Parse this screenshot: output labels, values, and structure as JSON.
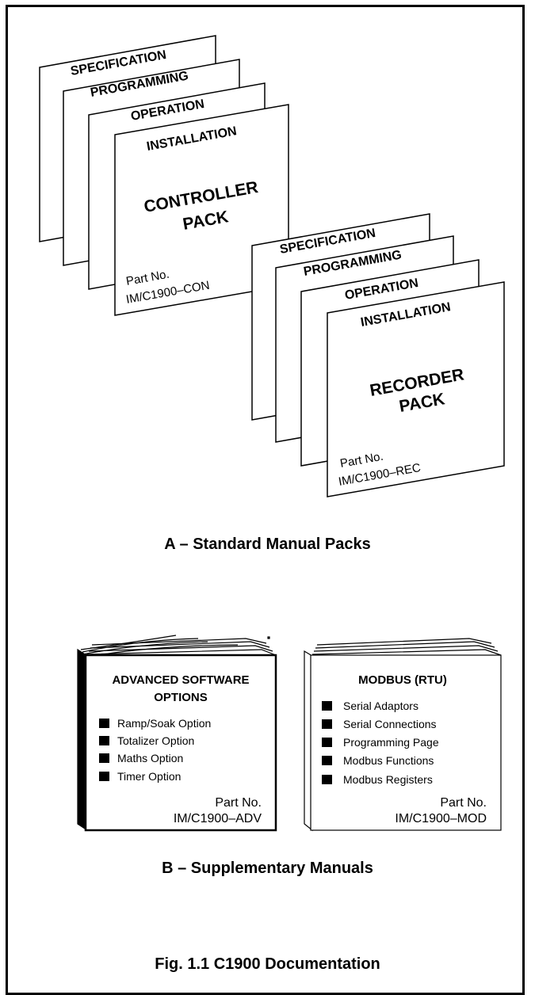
{
  "controller_pack": {
    "sheets": [
      "SPECIFICATION",
      "PROGRAMMING",
      "OPERATION",
      "INSTALLATION"
    ],
    "title_line1": "CONTROLLER",
    "title_line2": "PACK",
    "part_label": "Part No.",
    "part_number": "IM/C1900–CON"
  },
  "recorder_pack": {
    "sheets": [
      "SPECIFICATION",
      "PROGRAMMING",
      "OPERATION",
      "INSTALLATION"
    ],
    "title_line1": "RECORDER",
    "title_line2": "PACK",
    "part_label": "Part No.",
    "part_number": "IM/C1900–REC"
  },
  "caption_a": "A – Standard Manual Packs",
  "advanced_manual": {
    "title_line1": "ADVANCED SOFTWARE",
    "title_line2": "OPTIONS",
    "items": [
      "Ramp/Soak Option",
      "Totalizer Option",
      "Maths Option",
      "Timer Option"
    ],
    "part_label": "Part No.",
    "part_number": "IM/C1900–ADV"
  },
  "modbus_manual": {
    "title": "MODBUS (RTU)",
    "items": [
      "Serial Adaptors",
      "Serial Connections",
      "Programming Page",
      "Modbus Functions",
      "Modbus Registers"
    ],
    "part_label": "Part No.",
    "part_number": "IM/C1900–MOD"
  },
  "caption_b": "B – Supplementary Manuals",
  "figure_caption": "Fig. 1.1 C1900 Documentation"
}
